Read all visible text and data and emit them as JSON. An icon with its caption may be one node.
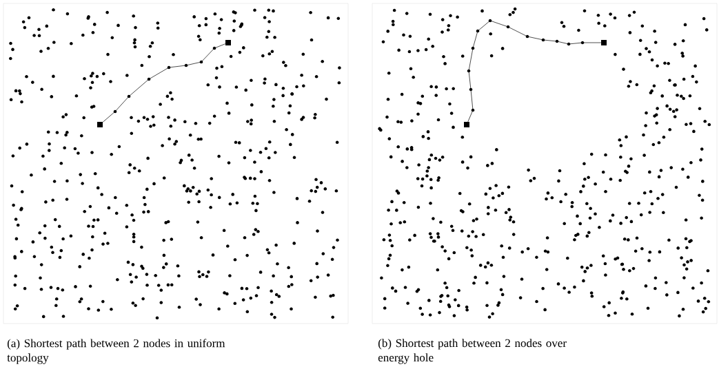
{
  "diagram": {
    "nodes": [
      {
        "text": [],
        "shape": "box"
      },
      {
        "text": [],
        "shape": "box"
      },
      {
        "text": [],
        "shape": "box"
      },
      {
        "text": [],
        "shape": "box"
      }
    ],
    "edges": [
      {
        "from": 0,
        "to": 1,
        "arrow": "none"
      },
      {
        "from": 2,
        "to": 3,
        "arrow": "none"
      }
    ],
    "labels": [
      "(a) Shortest path between 2 nodes in uniform topology",
      "(b) Shortest path between 2 nodes over energy hole"
    ]
  }
}
